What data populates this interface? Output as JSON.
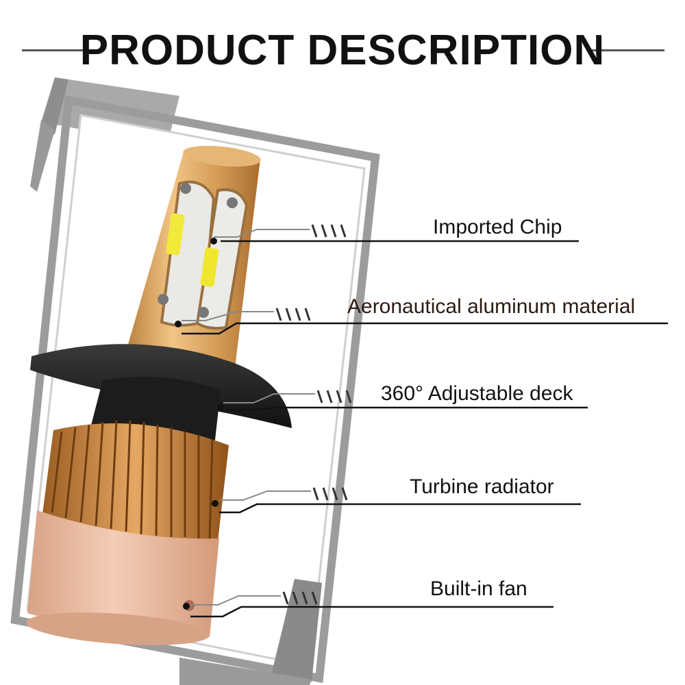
{
  "header": {
    "title": "PRODUCT DESCRIPTION"
  },
  "features": [
    {
      "label": "Imported Chip"
    },
    {
      "label": "Aeronautical aluminum material"
    },
    {
      "label": "360° Adjustable deck"
    },
    {
      "label": "Turbine radiator"
    },
    {
      "label": "Built-in fan"
    }
  ],
  "colors": {
    "gold": "#d8a460",
    "copper": "#e8b89a",
    "frame": "#9a9a9a",
    "text": "#111111"
  }
}
